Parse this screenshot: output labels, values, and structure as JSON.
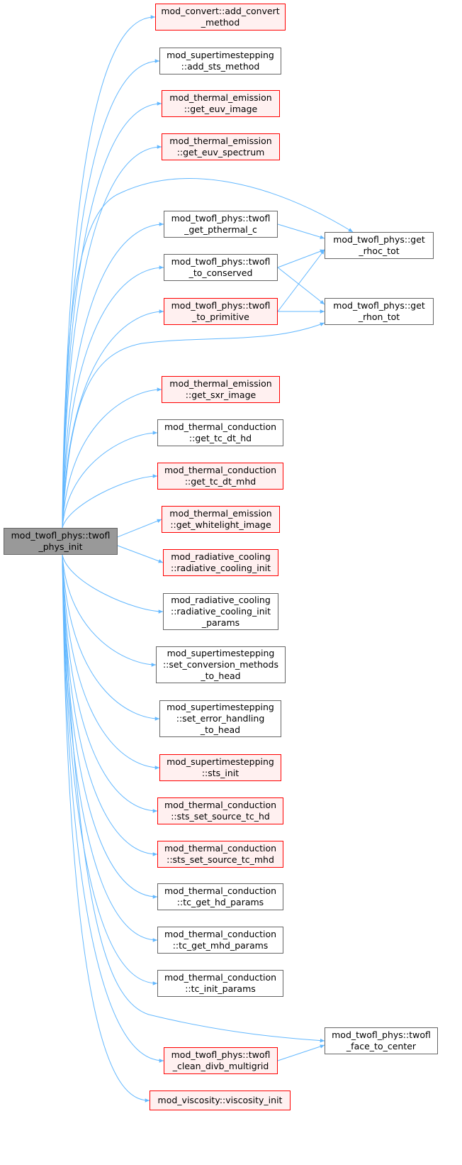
{
  "graph": {
    "edge_color": "#63b8ff",
    "colors": {
      "root_fill": "#999999",
      "red_border": "#ff0000",
      "red_fill": "#fff0f0",
      "plain_border": "#666666"
    },
    "nodes": [
      {
        "id": "root",
        "lines": [
          "mod_twofl_phys::twofl",
          "_phys_init"
        ],
        "style": "root"
      },
      {
        "id": "add_convert_method",
        "lines": [
          "mod_convert::add_convert",
          "_method"
        ],
        "style": "red"
      },
      {
        "id": "add_sts_method",
        "lines": [
          "mod_supertimestepping",
          "::add_sts_method"
        ],
        "style": "plain"
      },
      {
        "id": "get_euv_image",
        "lines": [
          "mod_thermal_emission",
          "::get_euv_image"
        ],
        "style": "red"
      },
      {
        "id": "get_euv_spectrum",
        "lines": [
          "mod_thermal_emission",
          "::get_euv_spectrum"
        ],
        "style": "red"
      },
      {
        "id": "get_pthermal_c",
        "lines": [
          "mod_twofl_phys::twofl",
          "_get_pthermal_c"
        ],
        "style": "plain"
      },
      {
        "id": "to_conserved",
        "lines": [
          "mod_twofl_phys::twofl",
          "_to_conserved"
        ],
        "style": "plain"
      },
      {
        "id": "to_primitive",
        "lines": [
          "mod_twofl_phys::twofl",
          "_to_primitive"
        ],
        "style": "red"
      },
      {
        "id": "get_rhoc_tot",
        "lines": [
          "mod_twofl_phys::get",
          "_rhoc_tot"
        ],
        "style": "plain"
      },
      {
        "id": "get_rhon_tot",
        "lines": [
          "mod_twofl_phys::get",
          "_rhon_tot"
        ],
        "style": "plain"
      },
      {
        "id": "get_sxr_image",
        "lines": [
          "mod_thermal_emission",
          "::get_sxr_image"
        ],
        "style": "red"
      },
      {
        "id": "get_tc_dt_hd",
        "lines": [
          "mod_thermal_conduction",
          "::get_tc_dt_hd"
        ],
        "style": "plain"
      },
      {
        "id": "get_tc_dt_mhd",
        "lines": [
          "mod_thermal_conduction",
          "::get_tc_dt_mhd"
        ],
        "style": "red"
      },
      {
        "id": "get_whitelight_image",
        "lines": [
          "mod_thermal_emission",
          "::get_whitelight_image"
        ],
        "style": "red"
      },
      {
        "id": "radiative_cooling_init",
        "lines": [
          "mod_radiative_cooling",
          "::radiative_cooling_init"
        ],
        "style": "red"
      },
      {
        "id": "radiative_cooling_init_params",
        "lines": [
          "mod_radiative_cooling",
          "::radiative_cooling_init",
          "_params"
        ],
        "style": "plain"
      },
      {
        "id": "set_conversion_methods",
        "lines": [
          "mod_supertimestepping",
          "::set_conversion_methods",
          "_to_head"
        ],
        "style": "plain"
      },
      {
        "id": "set_error_handling",
        "lines": [
          "mod_supertimestepping",
          "::set_error_handling",
          "_to_head"
        ],
        "style": "plain"
      },
      {
        "id": "sts_init",
        "lines": [
          "mod_supertimestepping",
          "::sts_init"
        ],
        "style": "red"
      },
      {
        "id": "sts_set_source_tc_hd",
        "lines": [
          "mod_thermal_conduction",
          "::sts_set_source_tc_hd"
        ],
        "style": "red"
      },
      {
        "id": "sts_set_source_tc_mhd",
        "lines": [
          "mod_thermal_conduction",
          "::sts_set_source_tc_mhd"
        ],
        "style": "red"
      },
      {
        "id": "tc_get_hd_params",
        "lines": [
          "mod_thermal_conduction",
          "::tc_get_hd_params"
        ],
        "style": "plain"
      },
      {
        "id": "tc_get_mhd_params",
        "lines": [
          "mod_thermal_conduction",
          "::tc_get_mhd_params"
        ],
        "style": "plain"
      },
      {
        "id": "tc_init_params",
        "lines": [
          "mod_thermal_conduction",
          "::tc_init_params"
        ],
        "style": "plain"
      },
      {
        "id": "face_to_center",
        "lines": [
          "mod_twofl_phys::twofl",
          "_face_to_center"
        ],
        "style": "plain"
      },
      {
        "id": "clean_divb_multigrid",
        "lines": [
          "mod_twofl_phys::twofl",
          "_clean_divb_multigrid"
        ],
        "style": "red"
      },
      {
        "id": "viscosity_init",
        "lines": [
          "mod_viscosity::viscosity_init"
        ],
        "style": "red"
      }
    ],
    "edges": [
      [
        "root",
        "add_convert_method"
      ],
      [
        "root",
        "add_sts_method"
      ],
      [
        "root",
        "get_euv_image"
      ],
      [
        "root",
        "get_euv_spectrum"
      ],
      [
        "root",
        "get_rhoc_tot"
      ],
      [
        "root",
        "get_pthermal_c"
      ],
      [
        "root",
        "to_conserved"
      ],
      [
        "root",
        "to_primitive"
      ],
      [
        "root",
        "get_rhon_tot"
      ],
      [
        "root",
        "get_sxr_image"
      ],
      [
        "root",
        "get_tc_dt_hd"
      ],
      [
        "root",
        "get_tc_dt_mhd"
      ],
      [
        "root",
        "get_whitelight_image"
      ],
      [
        "root",
        "radiative_cooling_init"
      ],
      [
        "root",
        "radiative_cooling_init_params"
      ],
      [
        "root",
        "set_conversion_methods"
      ],
      [
        "root",
        "set_error_handling"
      ],
      [
        "root",
        "sts_init"
      ],
      [
        "root",
        "sts_set_source_tc_hd"
      ],
      [
        "root",
        "sts_set_source_tc_mhd"
      ],
      [
        "root",
        "tc_get_hd_params"
      ],
      [
        "root",
        "tc_get_mhd_params"
      ],
      [
        "root",
        "tc_init_params"
      ],
      [
        "root",
        "face_to_center"
      ],
      [
        "root",
        "clean_divb_multigrid"
      ],
      [
        "root",
        "viscosity_init"
      ],
      [
        "get_pthermal_c",
        "get_rhoc_tot"
      ],
      [
        "to_conserved",
        "get_rhoc_tot"
      ],
      [
        "to_conserved",
        "get_rhon_tot"
      ],
      [
        "to_primitive",
        "get_rhoc_tot"
      ],
      [
        "to_primitive",
        "get_rhon_tot"
      ],
      [
        "clean_divb_multigrid",
        "face_to_center"
      ]
    ]
  }
}
